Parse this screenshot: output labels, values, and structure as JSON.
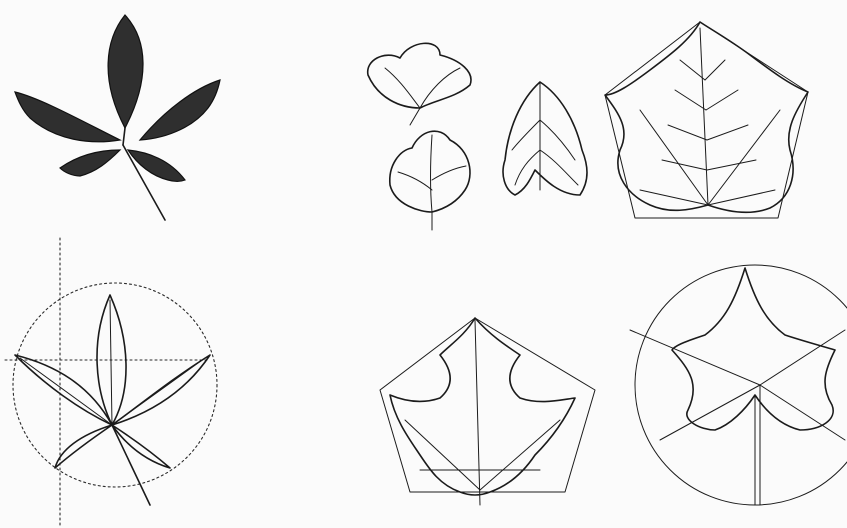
{
  "image": {
    "background": "#fbfbfb",
    "ink_color": "#1b1b1b"
  },
  "figures": [
    {
      "name": "dark-compound-leaf",
      "style": "solid fill"
    },
    {
      "name": "small-leaf-sketches",
      "style": "outline"
    },
    {
      "name": "pentagon-leaf",
      "style": "outline with pentagon construction"
    },
    {
      "name": "circle-construction-leaf",
      "style": "outline with dotted circle"
    },
    {
      "name": "maple-leaf-construction",
      "style": "outline with construction lines"
    },
    {
      "name": "star-leaf-construction",
      "style": "outline with circle and star"
    }
  ]
}
